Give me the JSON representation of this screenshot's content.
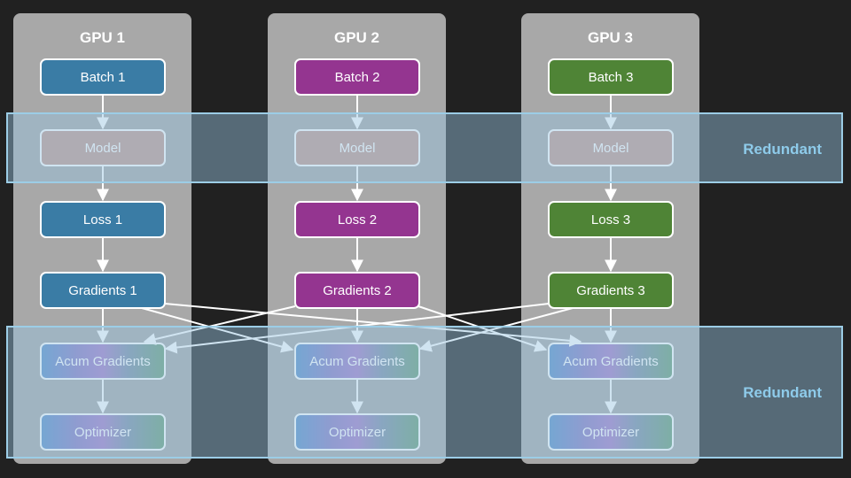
{
  "diagram": {
    "gpus": [
      {
        "title": "GPU 1",
        "color": "#3a7ca5",
        "batch": "Batch 1",
        "model": "Model",
        "loss": "Loss 1",
        "gradients": "Gradients 1",
        "acum": "Acum Gradients",
        "optimizer": "Optimizer"
      },
      {
        "title": "GPU 2",
        "color": "#943590",
        "batch": "Batch 2",
        "model": "Model",
        "loss": "Loss 2",
        "gradients": "Gradients 2",
        "acum": "Acum Gradients",
        "optimizer": "Optimizer"
      },
      {
        "title": "GPU 3",
        "color": "#4f8436",
        "batch": "Batch 3",
        "model": "Model",
        "loss": "Loss 3",
        "gradients": "Gradients 3",
        "acum": "Acum Gradients",
        "optimizer": "Optimizer"
      }
    ],
    "bands": [
      {
        "label": "Redundant",
        "covers": "Model"
      },
      {
        "label": "Redundant",
        "covers": "Acum Gradients, Optimizer"
      }
    ],
    "edges": [
      {
        "from": "Batch",
        "to": "Model",
        "scope": "per-gpu"
      },
      {
        "from": "Model",
        "to": "Loss",
        "scope": "per-gpu"
      },
      {
        "from": "Loss",
        "to": "Gradients",
        "scope": "per-gpu"
      },
      {
        "from": "Gradients",
        "to": "Acum Gradients",
        "scope": "all-to-all"
      },
      {
        "from": "Acum Gradients",
        "to": "Optimizer",
        "scope": "per-gpu"
      }
    ]
  }
}
